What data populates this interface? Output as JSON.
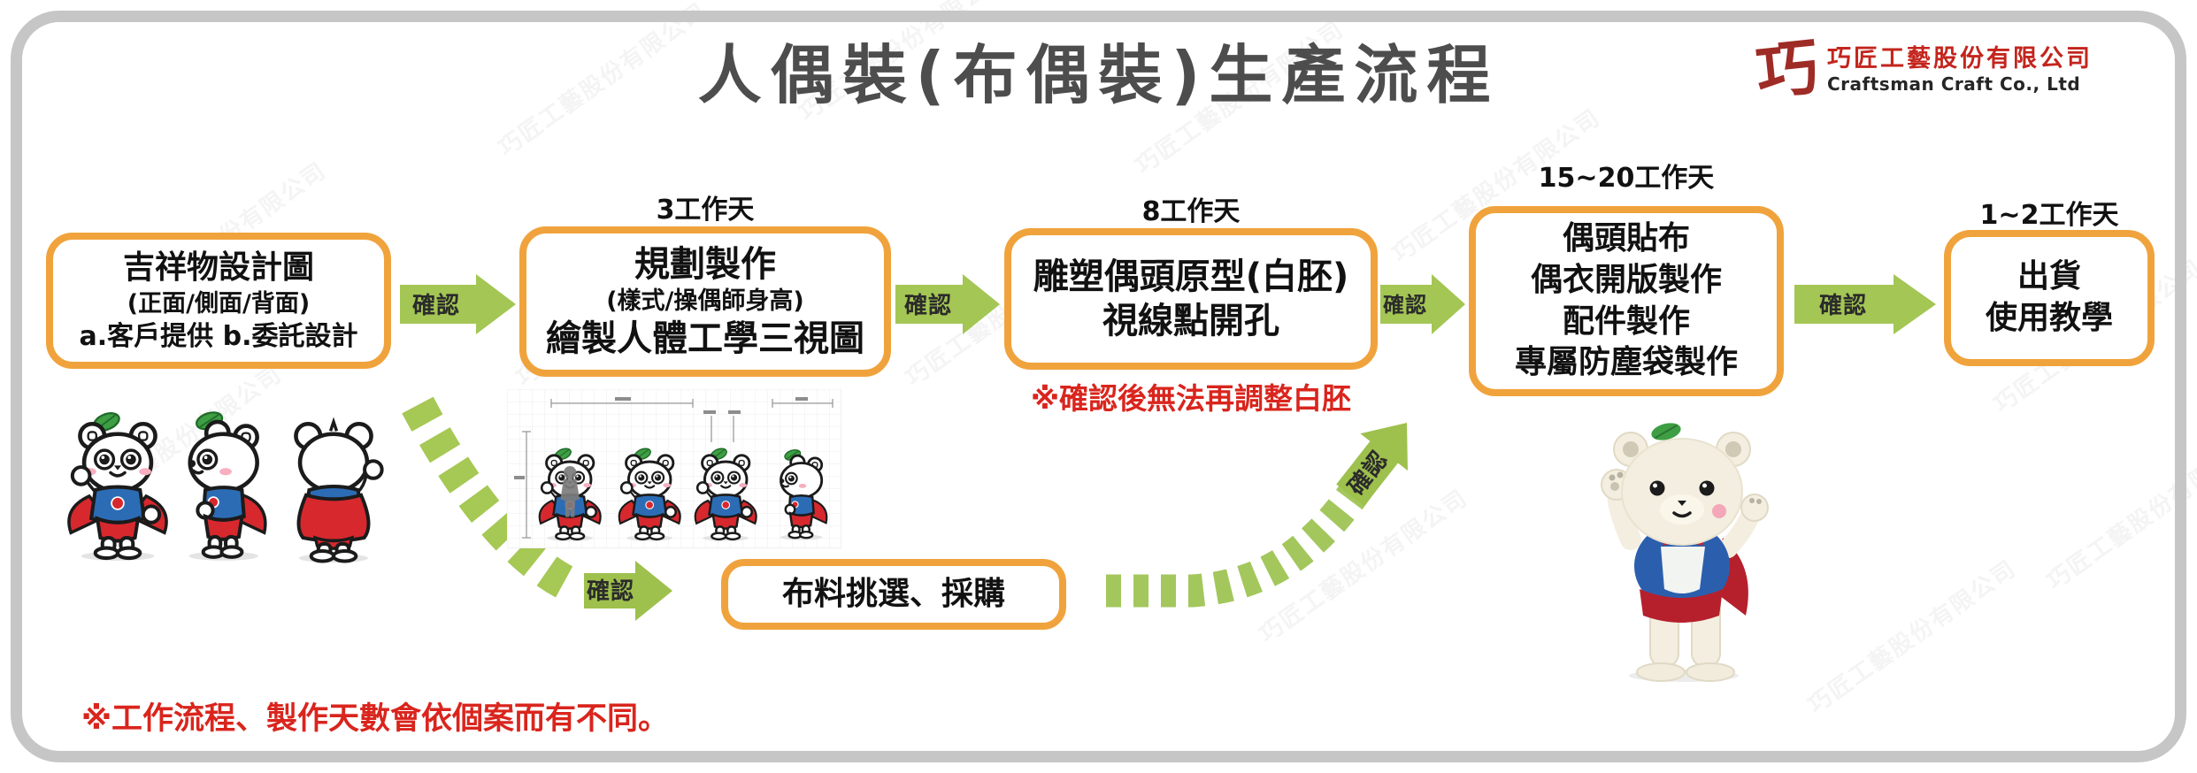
{
  "page": {
    "title": "人偶裝(布偶裝)生產流程",
    "watermark": "巧匠工藝股份有限公司",
    "footnote": "※工作流程、製作天數會依個案而有不同。",
    "logo": {
      "glyph": "巧",
      "company_zh": "巧匠工藝股份有限公司",
      "company_en": "Craftsman Craft Co., Ltd"
    }
  },
  "flow": {
    "confirm_label": "確認",
    "steps": [
      {
        "duration": "",
        "lines": [
          "吉祥物設計圖",
          "(正面/側面/背面)",
          "a.客戶提供 b.委託設計"
        ]
      },
      {
        "duration": "3工作天",
        "lines": [
          "規劃製作",
          "(樣式/操偶師身高)",
          "繪製人體工學三視圖"
        ]
      },
      {
        "duration": "8工作天",
        "lines": [
          "雕塑偶頭原型(白胚)",
          "視線點開孔"
        ],
        "note": "※確認後無法再調整白胚"
      },
      {
        "duration": "15~20工作天",
        "lines": [
          "偶頭貼布",
          "偶衣開版製作",
          "配件製作",
          "專屬防塵袋製作"
        ]
      },
      {
        "duration": "1~2工作天",
        "lines": [
          "出貨",
          "使用教學"
        ]
      }
    ],
    "material_step": {
      "label": "布料挑選、採購"
    }
  },
  "colors": {
    "box_border": "#F0A33C",
    "arrow_green": "#A4C654",
    "note_red": "#D9251D",
    "title_gray": "#4D4D4D",
    "logo_red": "#9E2B25"
  }
}
